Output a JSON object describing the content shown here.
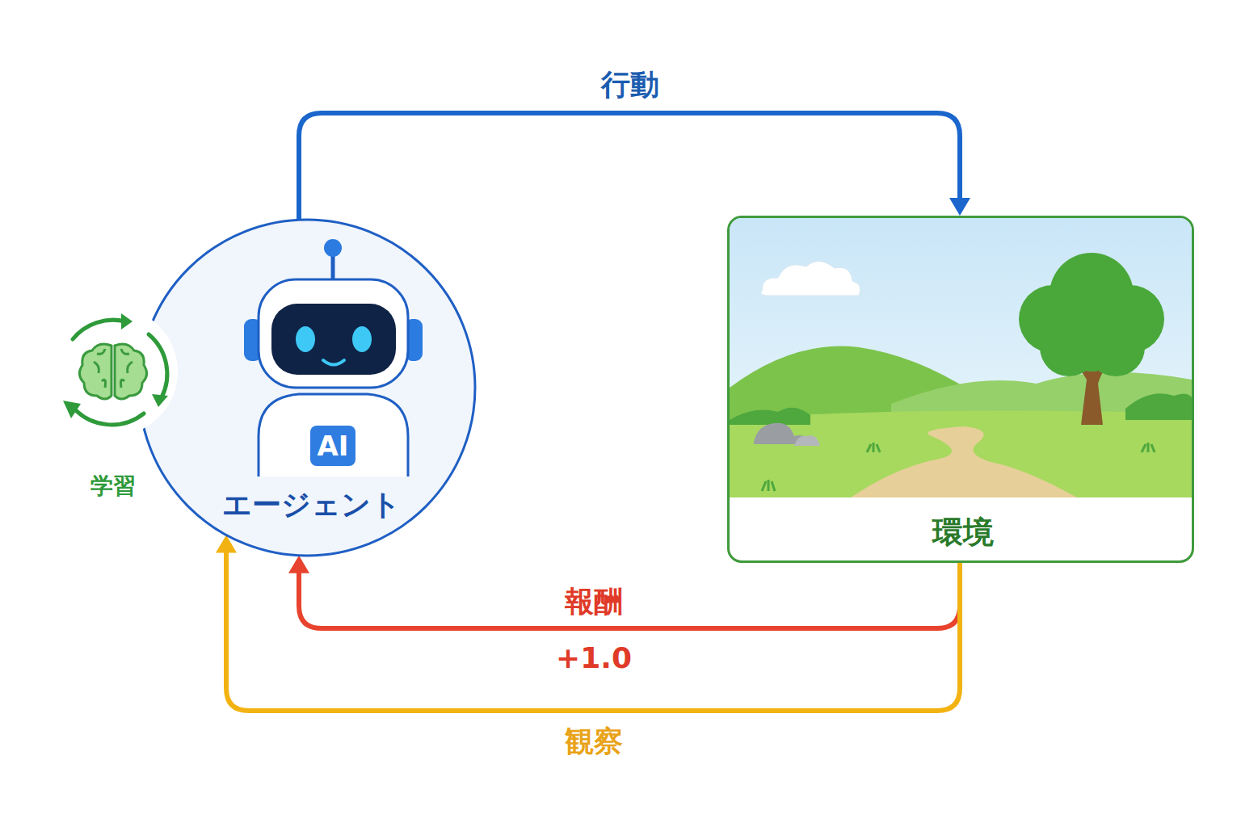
{
  "diagram": {
    "nodes": [
      {
        "text": [
          "エージェント"
        ]
      },
      {
        "text": [
          "AI"
        ],
        "in": 0
      },
      {
        "text": [
          "学習"
        ]
      },
      {
        "text": [
          "環境"
        ]
      }
    ],
    "edges": [
      {
        "from": 0,
        "to": 3,
        "arrow": "to",
        "label": "行動"
      },
      {
        "from": 3,
        "to": 0,
        "arrow": "to",
        "label": "報酬"
      },
      {
        "from": 3,
        "to": 0,
        "arrow": "to",
        "label": "観察"
      },
      {
        "from": 2,
        "to": 0,
        "arrow": "to"
      }
    ],
    "labels": [
      "+1.0"
    ]
  }
}
